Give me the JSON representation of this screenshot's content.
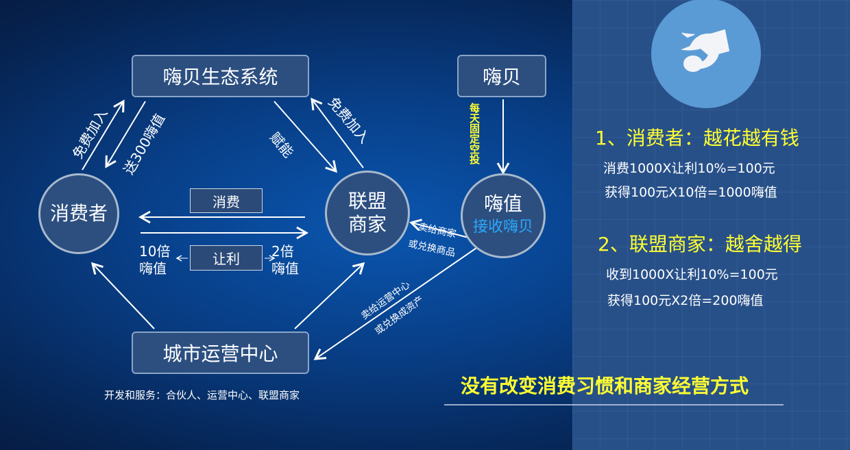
{
  "nodes": {
    "ecosystem": "嗨贝生态系统",
    "haibei": "嗨贝",
    "city": "城市运营中心",
    "consumer": "消费者",
    "merchant_line1": "联盟",
    "merchant_line2": "商家",
    "haizhi": "嗨值",
    "haizhi_sub": "接收嗨贝"
  },
  "labels": {
    "free_join_left": "免费加入",
    "gift_300": "送300嗨值",
    "empower": "赋能",
    "free_join_right": "免费加入",
    "consume": "消费",
    "rebate": "让利",
    "ten_times_1": "10倍",
    "ten_times_2": "嗨值",
    "two_times_1": "2倍",
    "two_times_2": "嗨值",
    "daily_airdrop": "每天固定空投",
    "sell_merchant": "卖给商家",
    "exchange_goods": "或兑换商品",
    "sell_center": "卖给运营中心",
    "exchange_assets": "或兑换成资产",
    "footer": "开发和服务：合伙人、运营中心、联盟商家"
  },
  "panel": {
    "icon": "handshake-icon",
    "h1": "1、消费者：越花越有钱",
    "h1_l1": "消费1000X让利10%=100元",
    "h1_l2": "获得100元X10倍=1000嗨值",
    "h2": "2、联盟商家：越舍越得",
    "h2_l1": "收到1000X让利10%=100元",
    "h2_l2": "获得100元X2倍=200嗨值",
    "slogan": "没有改变消费习惯和商家经营方式"
  },
  "colors": {
    "highlight": "#ffff33",
    "accent_blue": "#2aa8ff",
    "icon_circle": "#5b9bd5"
  }
}
